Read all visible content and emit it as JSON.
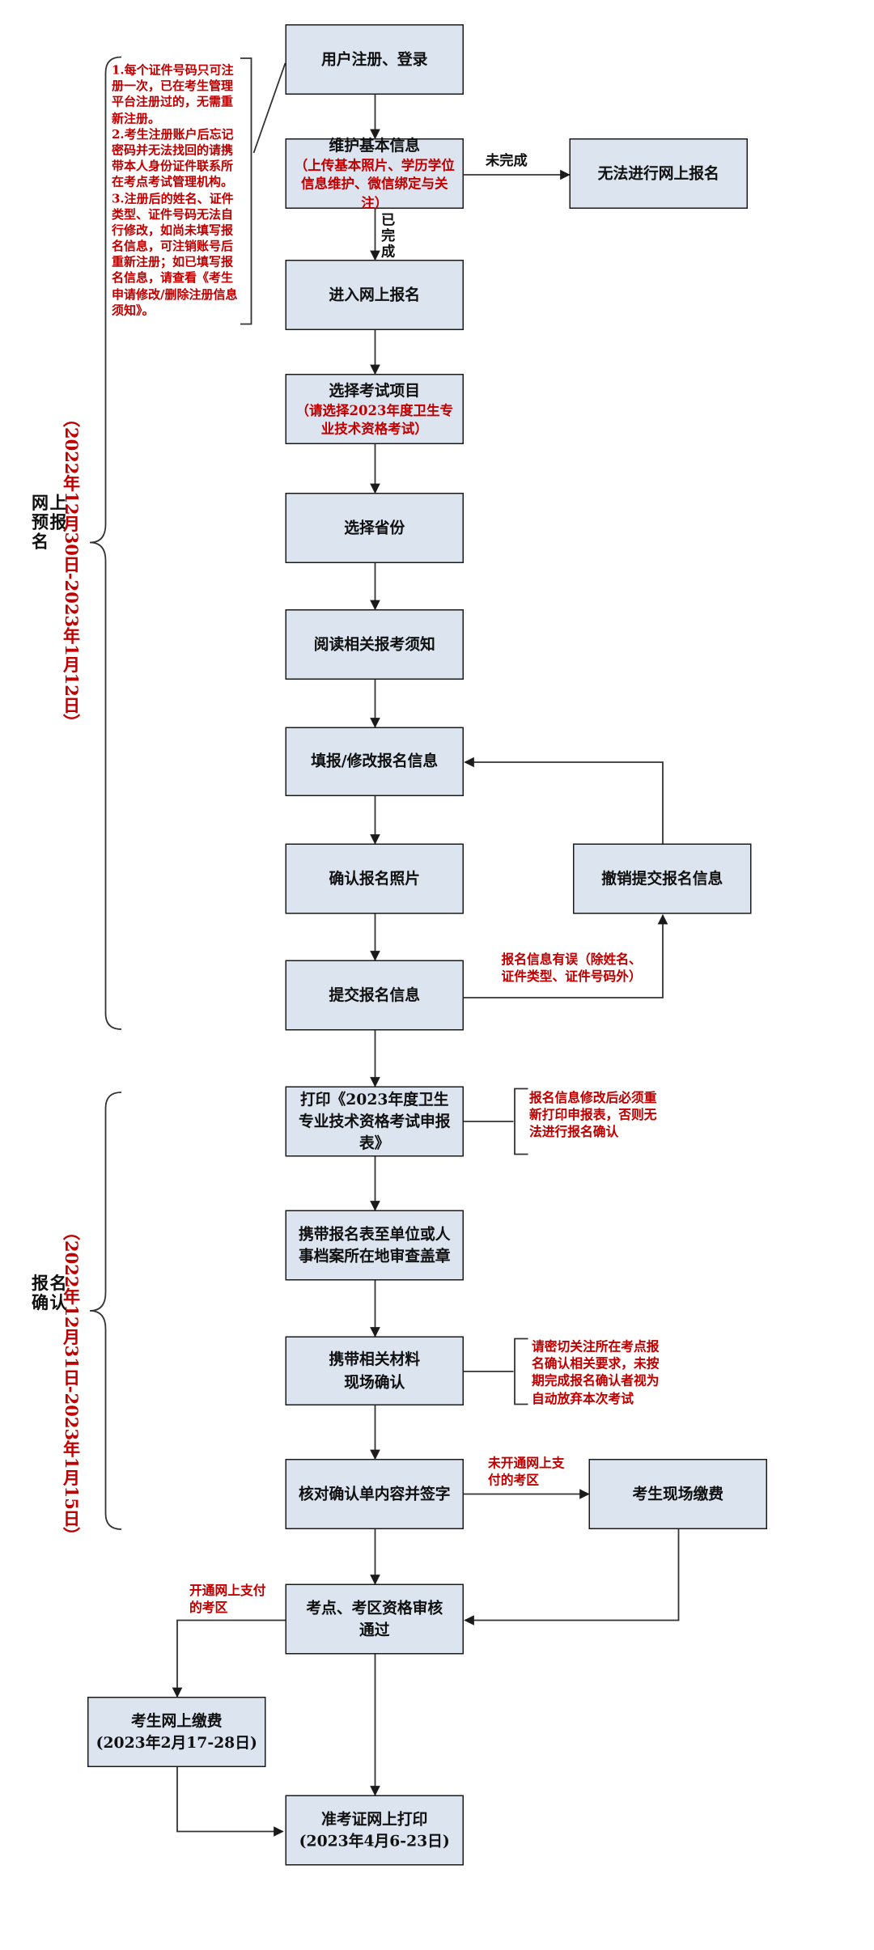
{
  "boxes": {
    "register": {
      "title": "用户注册、登录"
    },
    "maintain": {
      "title": "维护基本信息",
      "sub": "（上传基本照片、学历学位信息维护、微信绑定与关注）"
    },
    "cannot_online": {
      "title": "无法进行网上报名"
    },
    "enter_online": {
      "title": "进入网上报名"
    },
    "select_exam": {
      "title": "选择考试项目",
      "sub": "（请选择2023年度卫生专业技术资格考试）"
    },
    "select_province": {
      "title": "选择省份"
    },
    "read_notice": {
      "title": "阅读相关报考须知"
    },
    "fill_info": {
      "title": "填报/修改报名信息"
    },
    "confirm_photo": {
      "title": "确认报名照片"
    },
    "revoke_submit": {
      "title": "撤销提交报名信息"
    },
    "submit_info": {
      "title": "提交报名信息"
    },
    "print_form": {
      "title": "打印《2023年度卫生专业技术资格考试申报表》"
    },
    "stamp": {
      "title": "携带报名表至单位或人事档案所在地审查盖章"
    },
    "onsite_confirm": {
      "title": "携带相关材料现场确认"
    },
    "check_sign": {
      "title": "核对确认单内容并签字"
    },
    "onsite_pay": {
      "title": "考生现场缴费"
    },
    "review_pass": {
      "title": "考点、考区资格审核通过"
    },
    "online_pay": {
      "title": "考生网上缴费",
      "sub": "(2023年2月17-28日)"
    },
    "admit_print": {
      "title": "准考证网上打印",
      "sub": "(2023年4月6-23日)"
    }
  },
  "labels": {
    "not_done": "未完成",
    "done": "已完成",
    "info_error": "报名信息有误（除姓名、证件类型、证件号码外）",
    "reprint_note": "报名信息修改后必须重新打印申报表，否则无法进行报名确认",
    "confirm_note": "请密切关注所在考点报名确认相关要求，未按期完成报名确认者视为自动放弃本次考试",
    "no_online_pay": "未开通网上支付的考区",
    "has_online_pay": "开通网上支付的考区"
  },
  "notes": {
    "n1": "1.每个证件号码只可注册一次，已在考生管理平台注册过的，无需重新注册。",
    "n2": "2.考生注册账户后忘记密码并无法找回的请携带本人身份证件联系所在考点考试管理机构。",
    "n3": "3.注册后的姓名、证件类型、证件号码无法自行修改，如尚未填写报名信息，可注销账号后重新注册；如已填写报名信息，请查看《考生申请修改/删除注册信息须知》。"
  },
  "phases": {
    "pre": {
      "name": "网上预报名",
      "dates": "（2022年12月30日-2023年1月12日）"
    },
    "confirm": {
      "name": "报名确认",
      "dates": "（2022年12月31日-2023年1月15日）"
    }
  }
}
